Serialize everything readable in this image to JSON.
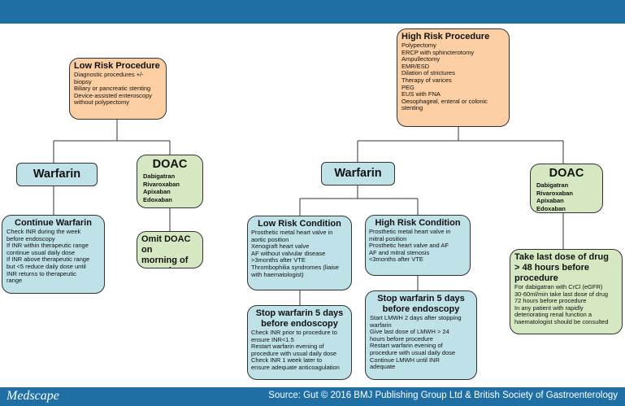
{
  "footer": {
    "logo": "Medscape",
    "source": "Source: Gut © 2016 BMJ Publishing Group Ltd & British Society of Gastroenterology"
  },
  "low_risk_procedure": {
    "title": "Low Risk Procedure",
    "lines": [
      "Diagnostic procedures +/-",
      "biopsy",
      "Biliary or pancreatic stenting",
      "Device-assisted enteroscopy",
      "without polypectomy"
    ]
  },
  "high_risk_procedure": {
    "title": "High Risk Procedure",
    "lines": [
      "Polypectomy",
      "ERCP with sphincterotomy",
      "Ampullectomy",
      "EMR/ESD",
      "Dilation of strictures",
      "Therapy of varices",
      "PEG",
      "EUS with FNA",
      "Oesophageal, enteral or colonic",
      "stenting"
    ]
  },
  "low_warfarin": {
    "label": "Warfarin"
  },
  "low_doac": {
    "label": "DOAC",
    "drugs": [
      "Dabigatran",
      "Rivaroxaban",
      "Apixaban",
      "Edoxaban"
    ]
  },
  "continue_warfarin": {
    "title": "Continue Warfarin",
    "lines": [
      "Check INR during the week",
      "before endoscopy",
      "If INR within therapeutic range",
      "continue usual daily dose",
      "If INR above therapeutic range",
      "but <5 reduce daily dose until",
      "INR returns to therapeutic",
      "range"
    ]
  },
  "omit_doac": {
    "lines": [
      "Omit DOAC on",
      "morning of",
      "procedure"
    ]
  },
  "high_warfarin": {
    "label": "Warfarin"
  },
  "high_doac": {
    "label": "DOAC",
    "drugs": [
      "Dabigatran",
      "Rivaroxaban",
      "Apixaban",
      "Edoxaban"
    ]
  },
  "low_risk_condition": {
    "title": "Low Risk Condition",
    "lines": [
      "Prosthetic metal heart valve in",
      "aortic position",
      "Xenograft heart valve",
      "AF without valvular disease",
      ">3months after VTE",
      "Thrombophilia syndromes (liaise",
      "with haematologist)"
    ]
  },
  "high_risk_condition": {
    "title": "High Risk Condition",
    "lines": [
      "Prosthetic metal heart valve in",
      "mitral position",
      "Prosthetic heart valve and AF",
      "AF and mitral stenosis",
      "<3months after VTE"
    ]
  },
  "stop_warfarin_low": {
    "title_lines": [
      "Stop warfarin 5 days",
      "before endoscopy"
    ],
    "lines": [
      "Check INR prior to procedure to",
      "ensure INR<1.5",
      "Restart warfarin evening of",
      "procedure with usual daily dose",
      "Check INR 1 week later to",
      "ensure adequate anticoagulation"
    ]
  },
  "stop_warfarin_high": {
    "title_lines": [
      "Stop warfarin 5 days",
      "before endoscopy"
    ],
    "lines": [
      "Start LMWH 2 days after stopping",
      "warfarin",
      "Give last dose of LMWH > 24",
      "hours before procedure",
      "Restart warfarin evening of",
      "procedure with usual daily dose",
      "Continue LMWH until INR",
      "adequate"
    ]
  },
  "take_last_dose": {
    "title_lines": [
      "Take last dose of drug",
      "> 48 hours before",
      "procedure"
    ],
    "lines": [
      "For dabigatran with CrCl (eGFR)",
      "30-60ml/min take last dose of drug",
      "72 hours before procedure",
      "In any patient with rapidly",
      "deteriorating renal function a",
      "haematologist should be consulted"
    ]
  }
}
